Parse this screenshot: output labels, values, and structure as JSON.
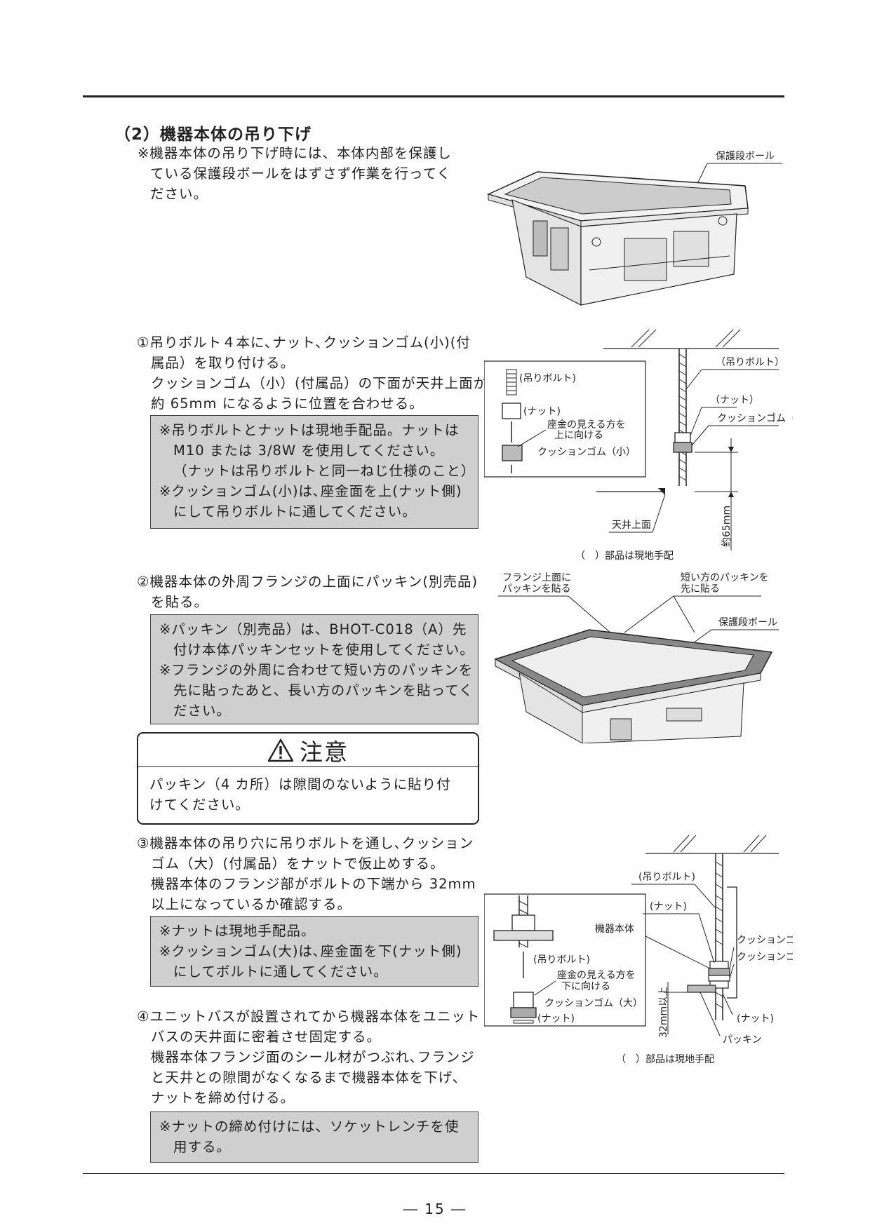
{
  "section_title": "（2）機器本体の吊り下げ",
  "intro_note": [
    "※機器本体の吊り下げ時には、本体内部を保護し",
    "ている保護段ボールをはずさず作業を行ってく",
    "ださい。"
  ],
  "step1": {
    "lines": [
      "①吊りボルト４本に､ナット､クッションゴム(小)(付",
      "属品）を取り付ける。",
      "クッションゴム（小）(付属品）の下面が天井上面から",
      "約 65mm になるように位置を合わせる。"
    ],
    "note": [
      "※吊りボルトとナットは現地手配品。ナットは",
      "M10 または 3/8W を使用してください。",
      "（ナットは吊りボルトと同一ねじ仕様のこと）",
      "※クッションゴム(小)は､座金面を上(ナット側)",
      "にして吊りボルトに通してください。"
    ]
  },
  "step2": {
    "lines": [
      "②機器本体の外周フランジの上面にパッキン(別売品)",
      "を貼る。"
    ],
    "note": [
      "※パッキン（別売品）は、BHOT-C018（A）先",
      "付け本体パッキンセットを使用してください。",
      "※フランジの外周に合わせて短い方のパッキンを",
      "先に貼ったあと、長い方のパッキンを貼ってく",
      "ださい。"
    ]
  },
  "caution": {
    "title": "注意",
    "body": [
      "パッキン（4 カ所）は隙間のないように貼り付",
      "けてください。"
    ]
  },
  "step3": {
    "lines": [
      "③機器本体の吊り穴に吊りボルトを通し､クッション",
      "ゴム（大）(付属品）をナットで仮止めする。",
      "機器本体のフランジ部がボルトの下端から 32mm",
      "以上になっているか確認する。"
    ],
    "note": [
      "※ナットは現地手配品。",
      "※クッションゴム(大)は､座金面を下(ナット側)",
      "にしてボルトに通してください。"
    ]
  },
  "step4": {
    "lines": [
      "④ユニットバスが設置されてから機器本体をユニット",
      "バスの天井面に密着させ固定する。",
      "機器本体フランジ面のシール材がつぶれ､フランジ",
      "と天井との隙間がなくなるまで機器本体を下げ､",
      "ナットを締め付ける。"
    ],
    "note": [
      "※ナットの締め付けには、ソケットレンチを使",
      "用する。"
    ]
  },
  "fig1": {
    "label_cardboard": "保護段ボール"
  },
  "fig2": {
    "inset_bolt": "(吊りボルト)",
    "inset_nut": "(ナット)",
    "inset_washer": [
      "座金の見える方を",
      "上に向ける"
    ],
    "inset_cushion": "クッションゴム（小）",
    "bolt": "（吊りボルト）",
    "nut": "（ナット）",
    "cushion": "クッションゴム（小）",
    "ceiling": "天井上面",
    "dim": "約65mm",
    "footnote": "（　）部品は現地手配"
  },
  "fig3": {
    "flange": [
      "フランジ上面に",
      "パッキンを貼る"
    ],
    "short_packing": [
      "短い方のパッキンを",
      "先に貼る"
    ],
    "cardboard": "保護段ボール"
  },
  "fig4": {
    "bolt": "(吊りボルト)",
    "nut": "(ナット)",
    "unit": "機器本体",
    "cushion_small": "クッションゴム（小）",
    "cushion_large": "クッションゴム（大）",
    "dim": "32mm以上",
    "nut2": "(ナット)",
    "packing": "パッキン",
    "inset_bolt": "(吊りボルト)",
    "inset_washer": [
      "座金の見える方を",
      "下に向ける"
    ],
    "inset_cushion": "クッションゴム（大）",
    "inset_nut": "(ナット)",
    "footnote": "（　）部品は現地手配"
  },
  "page_number": "― 15 ―"
}
